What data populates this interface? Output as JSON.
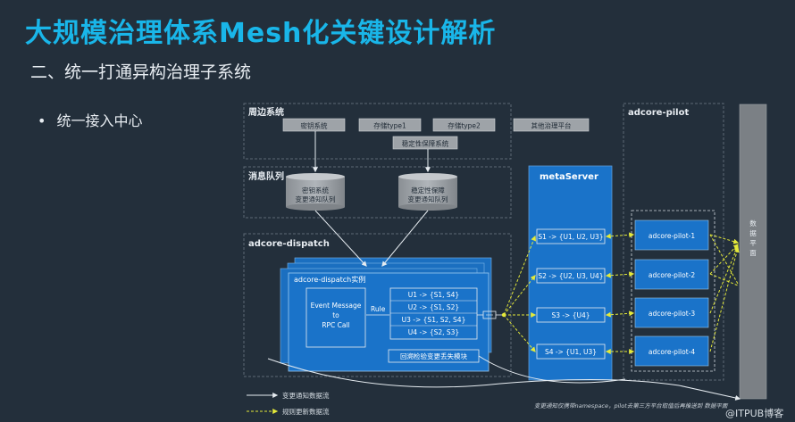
{
  "header": {
    "title": "大规模治理体系Mesh化关键设计解析",
    "subtitle": "二、统一打通异构治理子系统",
    "bullet": "统一接入中心"
  },
  "diagram": {
    "peripheral": {
      "title": "周边系统",
      "boxes": [
        "密钥系统",
        "存储type1",
        "存储type2",
        "其他治理平台"
      ],
      "stability": "稳定性保障系统"
    },
    "mq": {
      "title": "消息队列",
      "db1": [
        "密钥系统",
        "变更通知队列"
      ],
      "db2": [
        "稳定性保障",
        "变更通知队列"
      ]
    },
    "dispatch": {
      "title": "adcore-dispatch",
      "instance": "adcore-dispatch实例",
      "event": [
        "Event Message",
        "to",
        "RPC Call"
      ],
      "rule_label": "Rule",
      "rules": [
        "U1 -> {S1, S4}",
        "U2 -> {S1, S2}",
        "U3 -> {S1, S2, S4}",
        "U4 -> {S2, S3}"
      ],
      "check": "回溯检验变更丢失模块"
    },
    "meta": {
      "title": "metaServer",
      "items": [
        "S1 -> {U1, U2, U3}",
        "S2 -> {U2, U3, U4}",
        "S3 -> {U4}",
        "S4 -> {U1, U3}"
      ]
    },
    "pilot": {
      "title": "adcore-pilot",
      "items": [
        "adcore-pilot-1",
        "adcore-pilot-2",
        "adcore-pilot-3",
        "adcore-pilot-4"
      ]
    },
    "data_plane": [
      "数",
      "据",
      "平",
      "面"
    ],
    "legend": [
      "变更通知数据流",
      "规则更新数据流"
    ],
    "footnote": "变更通知仅携带namespace，pilot去第三方平台取值后再推送到 数据平面",
    "watermark": "@ITPUB博客"
  },
  "colors": {
    "title": "#19b6e9",
    "background": "#232f3b",
    "blue": "#1a73c9",
    "dashed_yellow": "#e4e93a"
  }
}
